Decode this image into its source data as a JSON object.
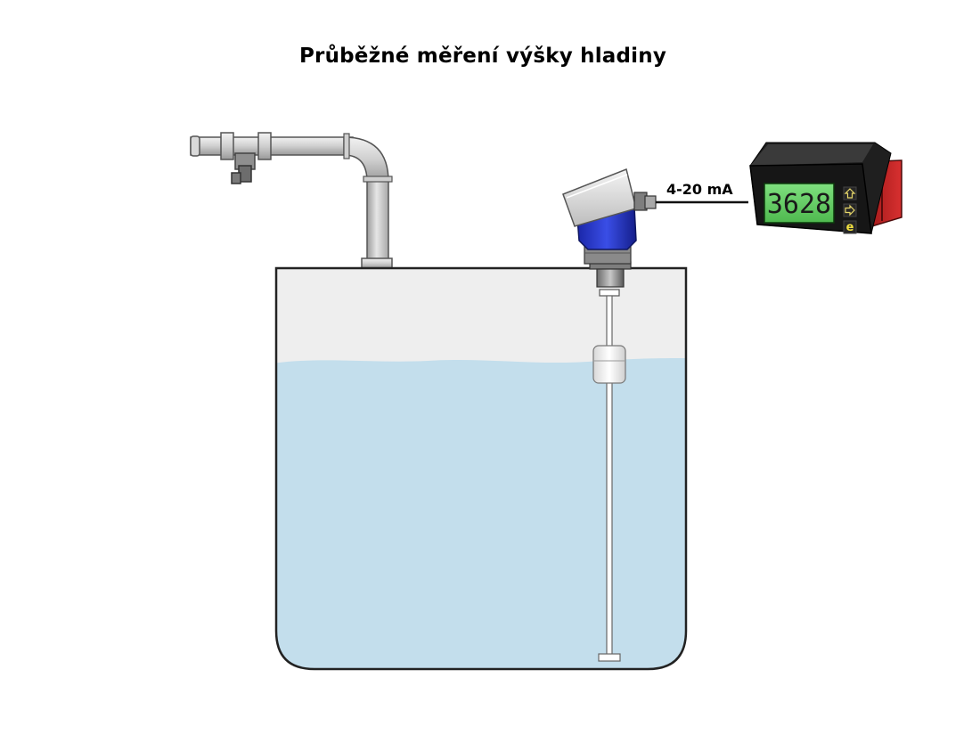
{
  "diagram": {
    "title": "Průběžné měření výšky hladiny",
    "signal_label": "4-20 mA",
    "display": {
      "reading": "3628",
      "key_e_label": "e",
      "up_key_icon": "arrow-up-icon",
      "right_key_icon": "arrow-right-icon"
    },
    "colors": {
      "liquid": "#c3deec",
      "tank_air": "#eeeeee",
      "sensor_head": "#2233c8",
      "display_screen": "#6bd36b",
      "display_side": "#c42020"
    }
  }
}
